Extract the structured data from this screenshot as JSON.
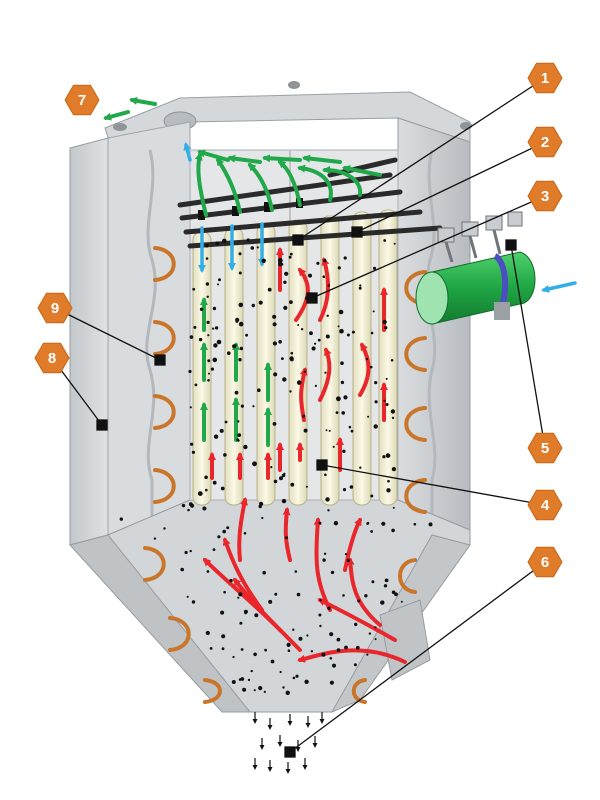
{
  "diagram": {
    "callouts": [
      {
        "id": "1",
        "label": "1"
      },
      {
        "id": "2",
        "label": "2"
      },
      {
        "id": "3",
        "label": "3"
      },
      {
        "id": "4",
        "label": "4"
      },
      {
        "id": "5",
        "label": "5"
      },
      {
        "id": "6",
        "label": "6"
      },
      {
        "id": "7",
        "label": "7"
      },
      {
        "id": "8",
        "label": "8"
      },
      {
        "id": "9",
        "label": "9"
      }
    ]
  },
  "colors": {
    "badge": "#e07b2a",
    "housing": "#cfd3d6",
    "housing_dark": "#a9aeb2",
    "filter_bag": "#f3f0d6",
    "dirty_flow": "#e8262b",
    "clean_flow": "#20a84a",
    "pulse_flow": "#33aee6",
    "header_pipe": "#2a2a2a",
    "air_tank": "#27b34a",
    "heater": "#c9752a",
    "leader_line": "#111111"
  }
}
